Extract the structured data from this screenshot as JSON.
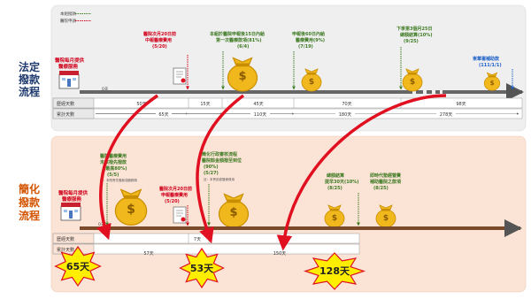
{
  "legend": {
    "line1": "本組撥款",
    "line2": "醫院申請"
  },
  "statutory": {
    "title": [
      "法定",
      "撥款",
      "流程"
    ],
    "hospital_label": [
      "醫院每月提供",
      "醫療服務"
    ],
    "zero_label": "0天",
    "bill_label": [
      "醫院次月20日前",
      "中報醫療費用",
      "(5/20)"
    ],
    "settle_15": [
      "本組於醫院申報後15日內給",
      "第一次醫療款項(81%)",
      "(6/4)"
    ],
    "settle_60": [
      "申報後60日內給",
      "醫療費用(9%)",
      "(7/19)"
    ],
    "final": [
      "下季第3個月25日",
      "總額結算(10%)",
      "(9/25)"
    ],
    "tw_label": [
      "東華署補助款",
      "(111/1/1)"
    ],
    "row_elapsed": "歷經天數",
    "row_cumulative": "累計天數",
    "elapsed_values": [
      "50天",
      "15天",
      "45天",
      "70天",
      "98天"
    ],
    "cumulative_values": [
      "65天",
      "110天",
      "180天",
      "278天"
    ]
  },
  "simplified": {
    "title": [
      "簡化",
      "撥款",
      "流程"
    ],
    "hospital_label": [
      "醫院每月提供",
      "醫療服務"
    ],
    "prepay": [
      "醫院醫療費用",
      "未核撥先撥款",
      "(最高80%)",
      "(5/5)"
    ],
    "prepay_note": "註：本院會先撥款項服務費",
    "bill_label": [
      "醫院次月20日前",
      "申報醫療費用",
      "(5/20)"
    ],
    "simplified_review": [
      "簡化行政審核流程",
      "醫院餘金額撥至到位",
      "(90%)",
      "(5/27)"
    ],
    "review_note": "註：本會依據醫療費用",
    "final_settle": [
      "總額結算",
      "提早30天(10%)",
      "(8/25)"
    ],
    "early_pay": [
      "即時代墊經營費",
      "補助醫院之款項",
      "(8/25)"
    ],
    "zero_label": "0天",
    "row_elapsed": "歷經天數",
    "row_cumulative": "累計天數",
    "elapsed_values": [
      "7天"
    ],
    "cumulative_values": [
      "57天",
      "150天"
    ]
  },
  "bursts": [
    "65天",
    "53天",
    "128天"
  ],
  "colors": {
    "top_bg": "#efefef",
    "bottom_bg": "#fbe3d6",
    "title_blue": "#1f3a6e",
    "title_orange": "#d35400",
    "label_red": "#d0021b",
    "label_green": "#3d7a22",
    "label_blue": "#1a5fc8",
    "arrow_red": "#e01020",
    "burst_yellow": "#ffee00",
    "timeline_gray": "#666666",
    "timeline_brown": "#7a4a2a"
  }
}
